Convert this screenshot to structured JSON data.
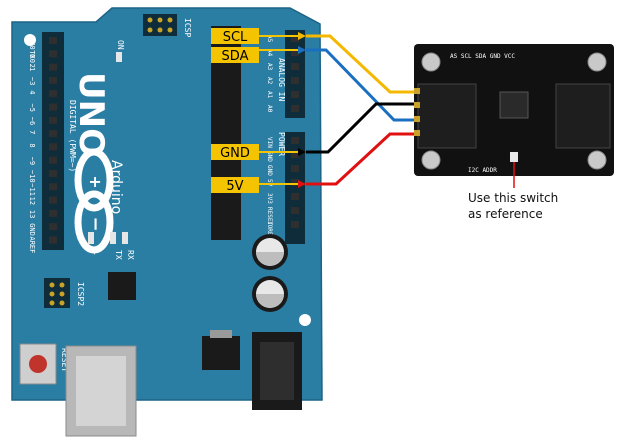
{
  "connections": {
    "scl": "SCL",
    "sda": "SDA",
    "gnd": "GND",
    "v5": "5V"
  },
  "board": {
    "logo_uno": "UNO",
    "logo_brand": "Arduino",
    "digital_label": "DIGITAL (PWM=~)",
    "analog_label": "ANALOG IN",
    "power_label": "POWER",
    "icsp_label": "ICSP",
    "icsp2_label": "ICSP2",
    "on_label": "ON",
    "reset_button_label": "RESET",
    "l_label": "L",
    "tx_label": "TX",
    "rx_label": "RX",
    "left_pins": [
      "RX0 0",
      "TX0 1",
      "2",
      "~3",
      "4",
      "~5",
      "~6",
      "7",
      "8",
      "~9",
      "~10",
      "~11",
      "12",
      "13",
      "GND",
      "AREF"
    ],
    "right_pins_analog": [
      "A5",
      "A4",
      "A3",
      "A2",
      "A1",
      "A0"
    ],
    "right_pins_power": [
      "VIN",
      "GND",
      "GND",
      "5V",
      "3V3",
      "RESET",
      "IOREF"
    ]
  },
  "sensor": {
    "top_labels": "AS SCL SDA GND VCC",
    "bottom_label": "I2C ADDR"
  },
  "annotation": {
    "line1": "Use this switch",
    "line2": "as reference"
  },
  "colors": {
    "board": "#2a7ea4",
    "scl_wire": "#f5b800",
    "sda_wire": "#1a6fc0",
    "gnd_wire": "#000000",
    "v5_wire": "#e01010",
    "label_box": "#f5c400"
  }
}
